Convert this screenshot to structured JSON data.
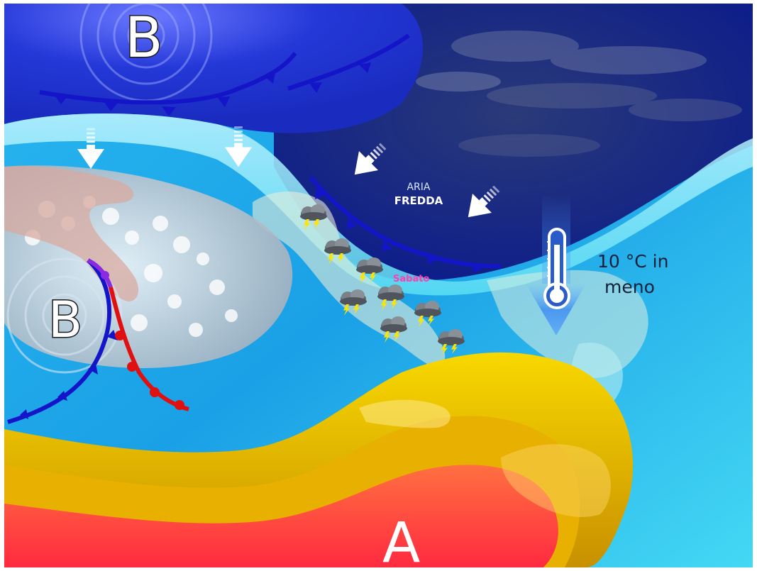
{
  "pressure_low_north": "B",
  "pressure_low_west": "B",
  "pressure_high": "A",
  "cold_air_line1": "ARIA",
  "cold_air_line2": "FREDDA",
  "temperature_line1": "10 °C in",
  "temperature_line2": "meno",
  "day_label": "Sabato",
  "icons": {
    "storm": "thunderstorm-cloud-icon",
    "thermometer": "thermometer-icon",
    "cold_front": "cold-front-symbol",
    "warm_front": "warm-front-symbol",
    "occluded_front": "occluded-front-symbol",
    "airflow": "cold-airflow-arrow-icon"
  },
  "colors": {
    "cold_front": "#1414c8",
    "warm_front": "#e01010",
    "occluded_front": "#8a2be2",
    "high_pressure_core": "#ff4a3a",
    "high_pressure_ring": "#f5c800",
    "low_pressure_blue": "#1a3fd8",
    "sea": "#1aa8e8",
    "day_label": "#ff3fb4"
  }
}
